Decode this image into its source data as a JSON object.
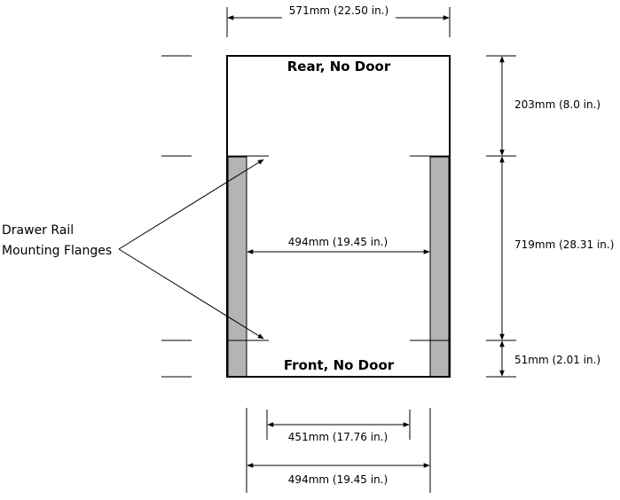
{
  "labels": {
    "top_width": "571mm (22.50 in.)",
    "rear": "Rear, No Door",
    "front": "Front, No Door",
    "rail_line1": "Drawer Rail",
    "rail_line2": "Mounting Flanges",
    "inner_width": "494mm (19.45 in.)",
    "dim_rear_depth": "203mm (8.0 in.)",
    "dim_rail_depth": "719mm (28.31 in.)",
    "dim_front_depth": "51mm (2.01 in.)",
    "bottom_dim_1": "451mm (17.76 in.)",
    "bottom_dim_2": "494mm (19.45 in.)"
  },
  "colors": {
    "rail_fill": "#b4b4b4",
    "line": "#000000"
  }
}
